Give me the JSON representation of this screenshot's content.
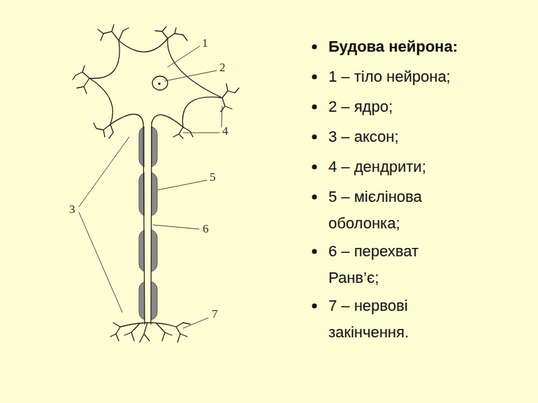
{
  "diagram": {
    "title": "Будова нейрона:",
    "labels": [
      "1",
      "2",
      "3",
      "4",
      "5",
      "6",
      "7",
      "1 – тіло нейрона;",
      "2 – ядро;",
      "3 – аксон;",
      "4 – дендрити;",
      "5 – мієлінова оболонка;",
      "6 – перехват Ранв’є;",
      "7 – нервові закінчення."
    ]
  }
}
